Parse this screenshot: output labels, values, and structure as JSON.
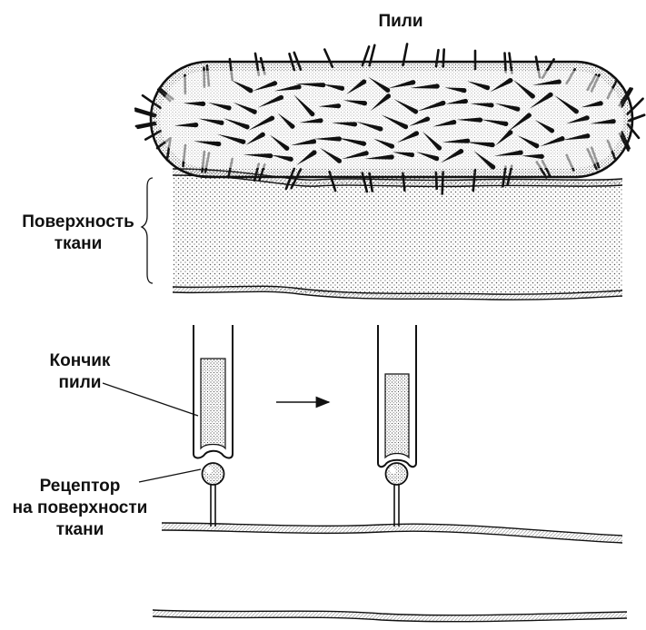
{
  "labels": {
    "pili": "Пили",
    "tissue_surface_line1": "Поверхность",
    "tissue_surface_line2": "ткани",
    "pilus_tip_line1": "Кончик",
    "pilus_tip_line2": "пили",
    "receptor_line1": "Рецептор",
    "receptor_line2": "на поверхности",
    "receptor_line3": "ткани"
  },
  "colors": {
    "ink": "#111111",
    "stipple": "#555555",
    "background": "#ffffff"
  }
}
